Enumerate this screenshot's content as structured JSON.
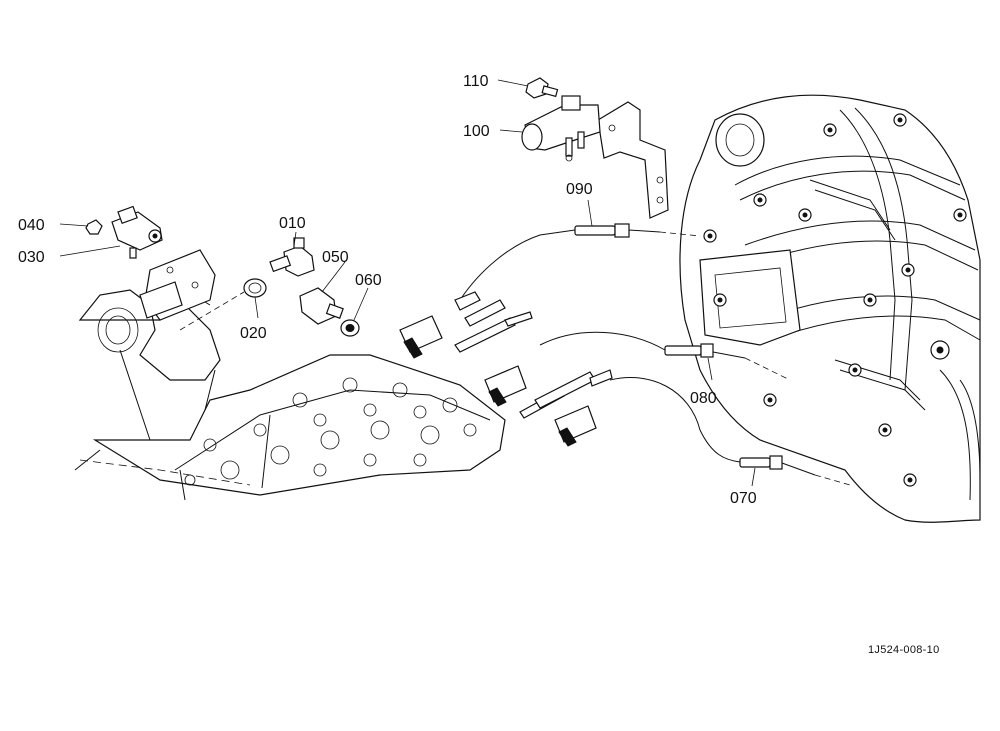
{
  "diagram": {
    "drawing_code": "1J524-008-10",
    "callouts": {
      "p010": "010",
      "p020": "020",
      "p030": "030",
      "p040": "040",
      "p050": "050",
      "p060": "060",
      "p070": "070",
      "p080": "080",
      "p090": "090",
      "p100": "100",
      "p110": "110"
    }
  }
}
